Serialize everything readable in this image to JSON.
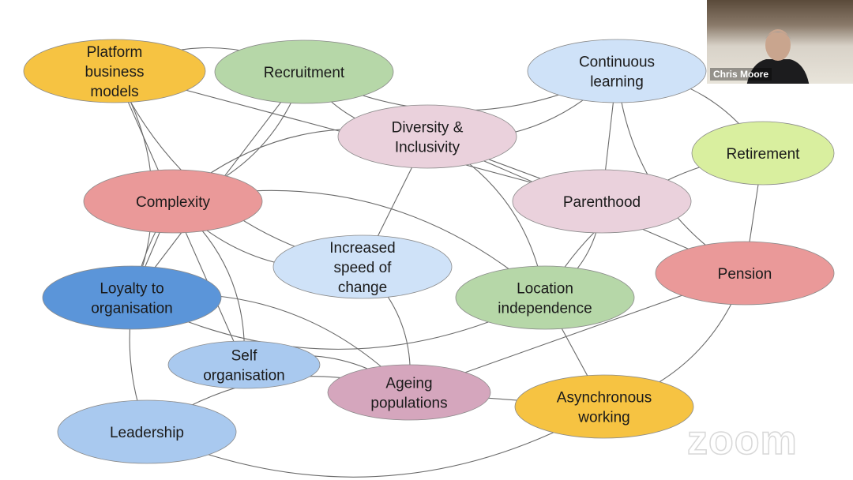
{
  "nodes": [
    {
      "id": "platform",
      "lines": [
        "Platform",
        "business",
        "models"
      ],
      "color": "#f6c342"
    },
    {
      "id": "recruitment",
      "lines": [
        "Recruitment"
      ],
      "color": "#b6d7a8"
    },
    {
      "id": "continuous",
      "lines": [
        "Continuous",
        "learning"
      ],
      "color": "#cfe2f8"
    },
    {
      "id": "diversity",
      "lines": [
        "Diversity &",
        "Inclusivity"
      ],
      "color": "#ead1dc"
    },
    {
      "id": "retirement",
      "lines": [
        "Retirement"
      ],
      "color": "#d9ef9f"
    },
    {
      "id": "complexity",
      "lines": [
        "Complexity"
      ],
      "color": "#ea9999"
    },
    {
      "id": "parenthood",
      "lines": [
        "Parenthood"
      ],
      "color": "#ead1dc"
    },
    {
      "id": "speed",
      "lines": [
        "Increased",
        "speed of",
        "change"
      ],
      "color": "#cfe2f8"
    },
    {
      "id": "pension",
      "lines": [
        "Pension"
      ],
      "color": "#ea9999"
    },
    {
      "id": "loyalty",
      "lines": [
        "Loyalty to",
        "organisation"
      ],
      "color": "#5b95d9"
    },
    {
      "id": "location",
      "lines": [
        "Location",
        "independence"
      ],
      "color": "#b6d7a8"
    },
    {
      "id": "selforg",
      "lines": [
        "Self",
        "organisation"
      ],
      "color": "#a9c9ef"
    },
    {
      "id": "ageing",
      "lines": [
        "Ageing",
        "populations"
      ],
      "color": "#d5a6bd"
    },
    {
      "id": "async",
      "lines": [
        "Asynchronous",
        "working"
      ],
      "color": "#f6c342"
    },
    {
      "id": "leadership",
      "lines": [
        "Leadership"
      ],
      "color": "#a9c9ef"
    }
  ],
  "edges": [
    [
      "platform",
      "recruitment"
    ],
    [
      "platform",
      "parenthood"
    ],
    [
      "platform",
      "speed"
    ],
    [
      "platform",
      "loyalty"
    ],
    [
      "platform",
      "selforg"
    ],
    [
      "recruitment",
      "continuous"
    ],
    [
      "recruitment",
      "complexity"
    ],
    [
      "recruitment",
      "loyalty"
    ],
    [
      "recruitment",
      "diversity"
    ],
    [
      "continuous",
      "diversity"
    ],
    [
      "continuous",
      "parenthood"
    ],
    [
      "continuous",
      "pension"
    ],
    [
      "continuous",
      "retirement"
    ],
    [
      "diversity",
      "parenthood"
    ],
    [
      "diversity",
      "complexity"
    ],
    [
      "diversity",
      "location"
    ],
    [
      "diversity",
      "pension"
    ],
    [
      "complexity",
      "speed"
    ],
    [
      "complexity",
      "location"
    ],
    [
      "complexity",
      "loyalty"
    ],
    [
      "complexity",
      "leadership"
    ],
    [
      "complexity",
      "selforg"
    ],
    [
      "retirement",
      "pension"
    ],
    [
      "retirement",
      "location"
    ],
    [
      "speed",
      "ageing"
    ],
    [
      "speed",
      "diversity"
    ],
    [
      "loyalty",
      "location"
    ],
    [
      "loyalty",
      "ageing"
    ],
    [
      "location",
      "async"
    ],
    [
      "location",
      "parenthood"
    ],
    [
      "selforg",
      "ageing"
    ],
    [
      "ageing",
      "async"
    ],
    [
      "ageing",
      "leadership"
    ],
    [
      "pension",
      "async"
    ],
    [
      "pension",
      "ageing"
    ],
    [
      "leadership",
      "async"
    ]
  ],
  "video": {
    "participant_name": "Chris Moore"
  },
  "watermark": "zoom"
}
